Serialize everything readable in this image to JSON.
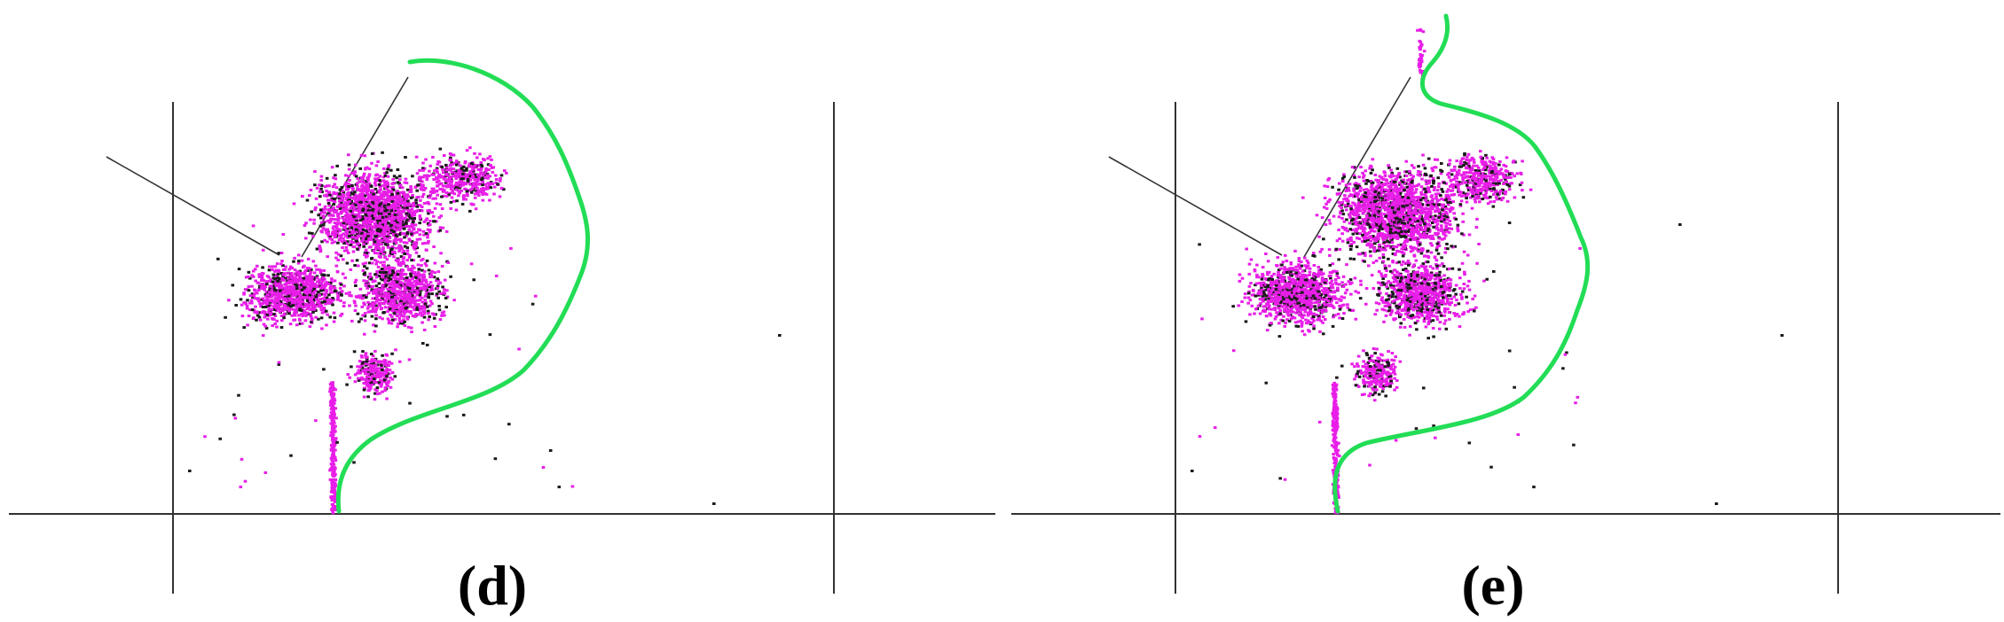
{
  "panels": [
    {
      "id": "d",
      "label": "(d)"
    },
    {
      "id": "e",
      "label": "(e)"
    }
  ],
  "colors": {
    "background": "#ffffff",
    "axis_lines": "#333333",
    "particles_primary": "#e81ee8",
    "particles_secondary": "#1a1a1a",
    "boundary": "#22dd55"
  }
}
